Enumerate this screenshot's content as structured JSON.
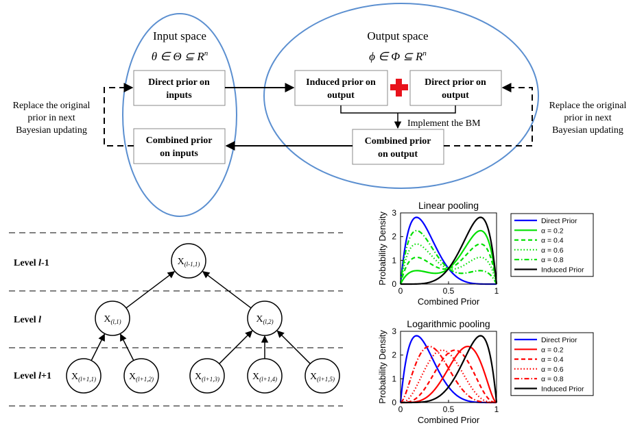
{
  "top": {
    "input_space": {
      "title": "Input space",
      "formula": "θ ∈ Θ ⊆ R",
      "formula_sup": "n"
    },
    "output_space": {
      "title": "Output space",
      "formula": "ϕ ∈ Φ ⊆ R",
      "formula_sup": "n"
    },
    "boxes": {
      "direct_prior_inputs": [
        "Direct prior on",
        "inputs"
      ],
      "combined_prior_inputs": [
        "Combined prior",
        "on inputs"
      ],
      "induced_prior_output": [
        "Induced prior on",
        "output"
      ],
      "direct_prior_output": [
        "Direct prior on",
        "output"
      ],
      "combined_prior_output": [
        "Combined prior",
        "on output"
      ]
    },
    "implement_label": "Implement the BM",
    "replace_left": [
      "Replace the original",
      "prior in next",
      "Bayesian updating"
    ],
    "replace_right": [
      "Replace the original",
      "prior in next",
      "Bayesian updating"
    ],
    "colors": {
      "ellipse": "#5b8fd0",
      "plus": "#e8121b"
    }
  },
  "tree": {
    "levels": [
      {
        "prefix": "Level ",
        "var": "l",
        "suffix": "-1"
      },
      {
        "prefix": "Level ",
        "var": "l",
        "suffix": ""
      },
      {
        "prefix": "Level ",
        "var": "l",
        "suffix": "+1"
      }
    ],
    "nodes": [
      {
        "id": "n0",
        "sub": "(l-1,1)"
      },
      {
        "id": "n1",
        "sub": "(l,1)"
      },
      {
        "id": "n2",
        "sub": "(l,2)"
      },
      {
        "id": "n3",
        "sub": "(l+1,1)"
      },
      {
        "id": "n4",
        "sub": "(l+1,2)"
      },
      {
        "id": "n5",
        "sub": "(l+1,3)"
      },
      {
        "id": "n6",
        "sub": "(l+1,4)"
      },
      {
        "id": "n7",
        "sub": "(l+1,5)"
      }
    ],
    "node_letter": "X"
  },
  "chart_data": [
    {
      "type": "line",
      "title": "Linear pooling",
      "xlabel": "Combined Prior",
      "ylabel": "Probability Density",
      "xlim": [
        0,
        1
      ],
      "ylim": [
        0,
        3
      ],
      "xticks": [
        "0",
        "0.5",
        "1"
      ],
      "yticks": [
        "0",
        "1",
        "2",
        "3"
      ],
      "legend": "right",
      "series": [
        {
          "name": "Direct Prior",
          "color": "#0000ff",
          "dash": "solid"
        },
        {
          "name": "α = 0.2",
          "color": "#00e000",
          "dash": "solid"
        },
        {
          "name": "α = 0.4",
          "color": "#00e000",
          "dash": "dashed"
        },
        {
          "name": "α = 0.6",
          "color": "#00e000",
          "dash": "dotted"
        },
        {
          "name": "α = 0.8",
          "color": "#00e000",
          "dash": "dashdot"
        },
        {
          "name": "Induced Prior",
          "color": "#000000",
          "dash": "solid"
        }
      ]
    },
    {
      "type": "line",
      "title": "Logarithmic pooling",
      "xlabel": "Combined Prior",
      "ylabel": "Probability Density",
      "xlim": [
        0,
        1
      ],
      "ylim": [
        0,
        3
      ],
      "xticks": [
        "0",
        "0.5",
        "1"
      ],
      "yticks": [
        "0",
        "1",
        "2",
        "3"
      ],
      "legend": "right",
      "series": [
        {
          "name": "Direct Prior",
          "color": "#0000ff",
          "dash": "solid"
        },
        {
          "name": "α = 0.2",
          "color": "#ff0000",
          "dash": "solid"
        },
        {
          "name": "α = 0.4",
          "color": "#ff0000",
          "dash": "dashed"
        },
        {
          "name": "α = 0.6",
          "color": "#ff0000",
          "dash": "dotted"
        },
        {
          "name": "α = 0.8",
          "color": "#ff0000",
          "dash": "dashdot"
        },
        {
          "name": "Induced Prior",
          "color": "#000000",
          "dash": "solid"
        }
      ]
    }
  ]
}
